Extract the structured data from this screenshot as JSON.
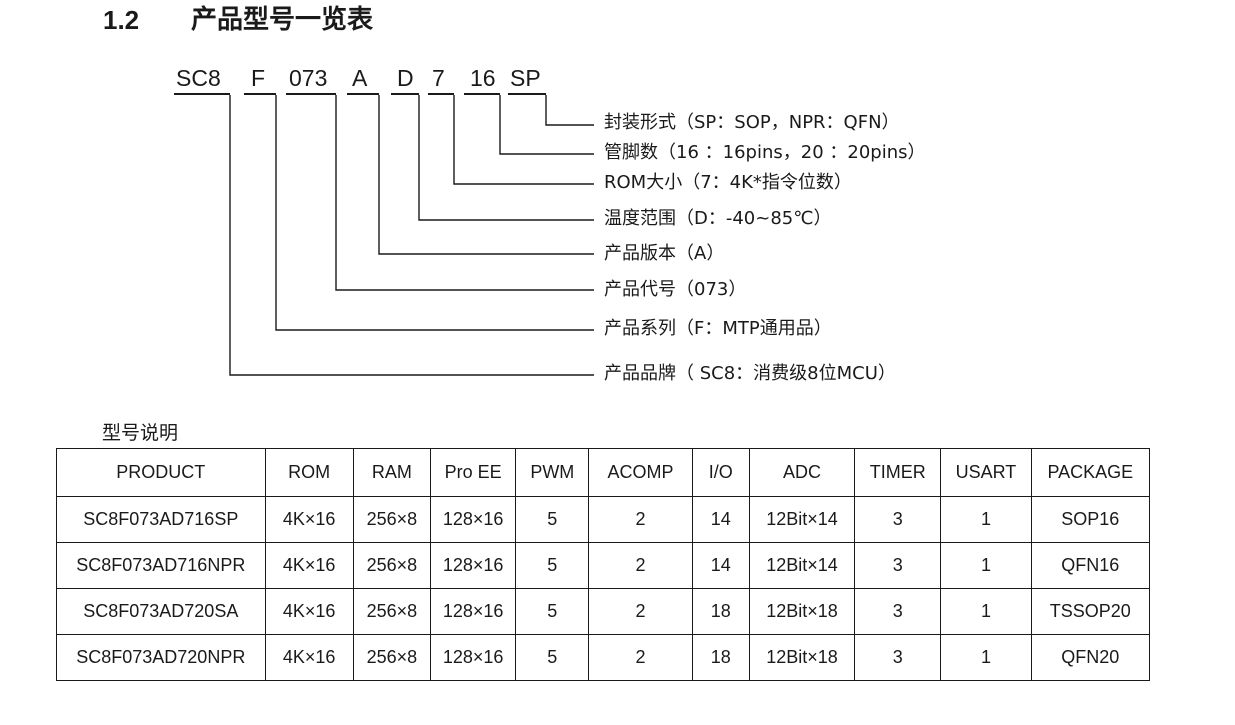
{
  "section": {
    "number": "1.2",
    "title": "产品型号一览表"
  },
  "code_segments": [
    "SC8",
    "F",
    "073",
    "A",
    "D",
    "7",
    "16",
    "SP"
  ],
  "fields": [
    "封装形式（SP：SOP，NPR：QFN）",
    "管脚数（16 ：16pins，20 ：20pins）",
    "ROM大小（7：4K*指令位数）",
    "温度范围（D：-40~85℃）",
    "产品版本（A）",
    "产品代号（073）",
    "产品系列（F：MTP通用品）",
    "产品品牌（ SC8：消费级8位MCU）"
  ],
  "table": {
    "caption": "型号说明",
    "headers": [
      "PRODUCT",
      "ROM",
      "RAM",
      "Pro EE",
      "PWM",
      "ACOMP",
      "I/O",
      "ADC",
      "TIMER",
      "USART",
      "PACKAGE"
    ],
    "rows": [
      [
        "SC8F073AD716SP",
        "4K×16",
        "256×8",
        "128×16",
        "5",
        "2",
        "14",
        "12Bit×14",
        "3",
        "1",
        "SOP16"
      ],
      [
        "SC8F073AD716NPR",
        "4K×16",
        "256×8",
        "128×16",
        "5",
        "2",
        "14",
        "12Bit×14",
        "3",
        "1",
        "QFN16"
      ],
      [
        "SC8F073AD720SA",
        "4K×16",
        "256×8",
        "128×16",
        "5",
        "2",
        "18",
        "12Bit×18",
        "3",
        "1",
        "TSSOP20"
      ],
      [
        "SC8F073AD720NPR",
        "4K×16",
        "256×8",
        "128×16",
        "5",
        "2",
        "18",
        "12Bit×18",
        "3",
        "1",
        "QFN20"
      ]
    ]
  }
}
